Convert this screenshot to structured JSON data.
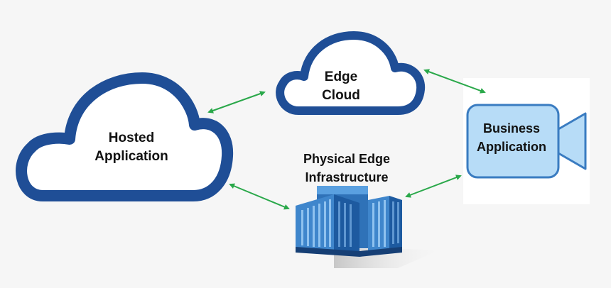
{
  "hosted_app": {
    "line1": "Hosted",
    "line2": "Application"
  },
  "edge_cloud": {
    "line1": "Edge",
    "line2": "Cloud"
  },
  "infrastructure": {
    "line1": "Physical Edge",
    "line2": "Infrastructure"
  },
  "business_app": {
    "line1": "Business",
    "line2": "Application"
  },
  "colors": {
    "cloud_outline": "#1f4e96",
    "cloud_fill": "#ffffff",
    "arrow": "#2aa84a",
    "camera_fill": "#b7dcf7",
    "camera_outline": "#3a7cc1",
    "building_main": "#3f86cc",
    "building_dark": "#1d5aa0"
  },
  "icons": [
    "cloud-icon",
    "building-icon",
    "camera-icon",
    "double-arrow-icon"
  ]
}
